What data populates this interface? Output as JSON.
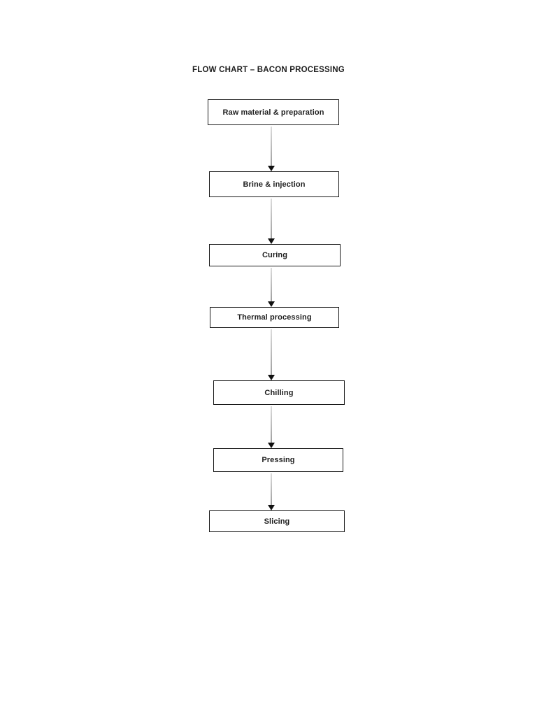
{
  "document": {
    "title": "FLOW CHART – BACON PROCESSING"
  },
  "flowchart": {
    "steps": [
      {
        "label": "Raw material & preparation"
      },
      {
        "label": "Brine & injection"
      },
      {
        "label": "Curing"
      },
      {
        "label": "Thermal processing"
      },
      {
        "label": "Chilling"
      },
      {
        "label": "Pressing"
      },
      {
        "label": "Slicing"
      }
    ],
    "connector_count": 6,
    "colors": {
      "page_background": "#ffffff",
      "box_border": "#1a1a1a",
      "box_fill": "#ffffff",
      "text": "#1f1f1f",
      "connector_line": "#b5b5b5",
      "arrowhead": "#111111"
    }
  }
}
